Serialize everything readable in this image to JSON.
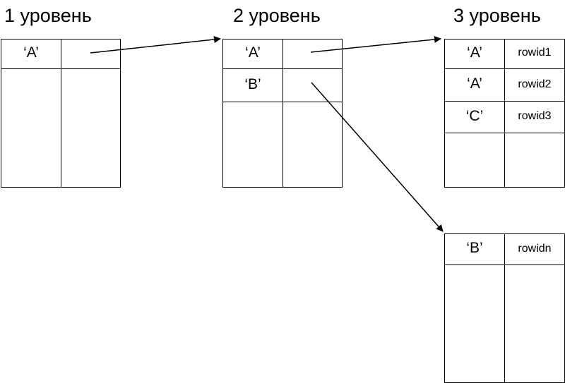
{
  "levels": [
    {
      "title": "1 уровень",
      "blocks": [
        {
          "rows": [
            {
              "key": "‘A’",
              "ref": ""
            }
          ]
        }
      ]
    },
    {
      "title": "2 уровень",
      "blocks": [
        {
          "rows": [
            {
              "key": "‘A’",
              "ref": ""
            },
            {
              "key": "‘B’",
              "ref": ""
            }
          ]
        }
      ]
    },
    {
      "title": "3 уровень",
      "blocks": [
        {
          "rows": [
            {
              "key": "‘A’",
              "ref": "rowid1"
            },
            {
              "key": "‘A’",
              "ref": "rowid2"
            },
            {
              "key": "‘C’",
              "ref": "rowid3"
            }
          ]
        },
        {
          "rows": [
            {
              "key": "‘B’",
              "ref": "rowidn"
            }
          ]
        }
      ]
    }
  ],
  "colors": {
    "line": "#000000",
    "background": "#ffffff"
  }
}
